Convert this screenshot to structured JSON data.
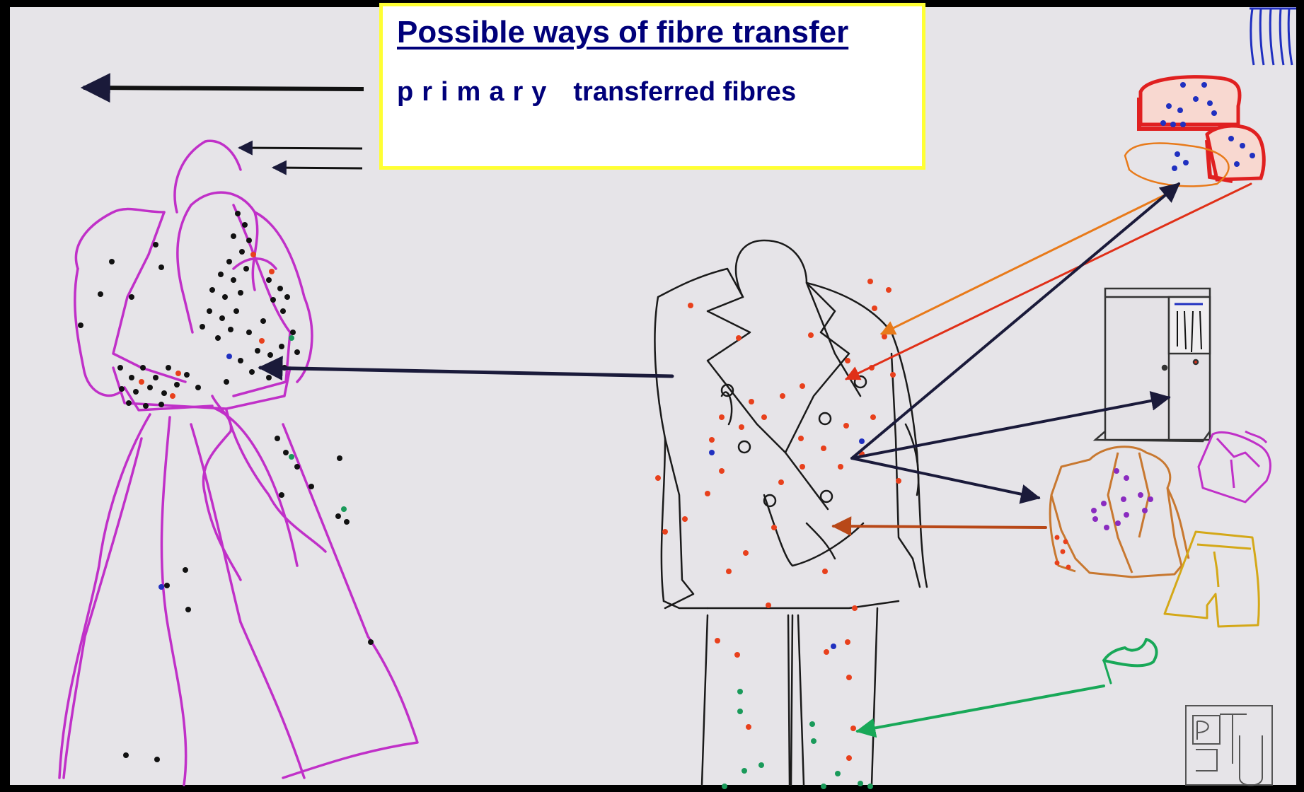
{
  "slide": {
    "title": "Possible ways of fibre transfer",
    "subtitle_spaced": "primary",
    "subtitle_rest": "transferred fibres"
  },
  "icons": {
    "logo": "ptu-logo-icon",
    "curtain": "curtain-icon",
    "sofa": "sofa-icon",
    "wardrobe": "wardrobe-icon",
    "jacket": "jacket-icon",
    "shirt": "shirt-icon",
    "shorts": "shorts-icon",
    "slipper": "slipper-icon"
  },
  "colors": {
    "title": "#00007a",
    "box_border": "#ffff33",
    "coat": "#c030c8",
    "suit": "#1a1a1a",
    "fibre_orange": "#e8401c",
    "fibre_dark": "#111111",
    "fibre_green": "#1a9a5a",
    "fibre_blue": "#2030c0",
    "fibre_purple": "#8a2bc0",
    "arrow_dark": "#1a1a3a",
    "arrow_orange": "#e87a1a",
    "arrow_red": "#e03018",
    "arrow_brown": "#b84818",
    "arrow_green": "#18a858",
    "sofa": "#e02020",
    "jacket": "#c87830",
    "shirt": "#c030c8",
    "shorts": "#d4a818"
  }
}
